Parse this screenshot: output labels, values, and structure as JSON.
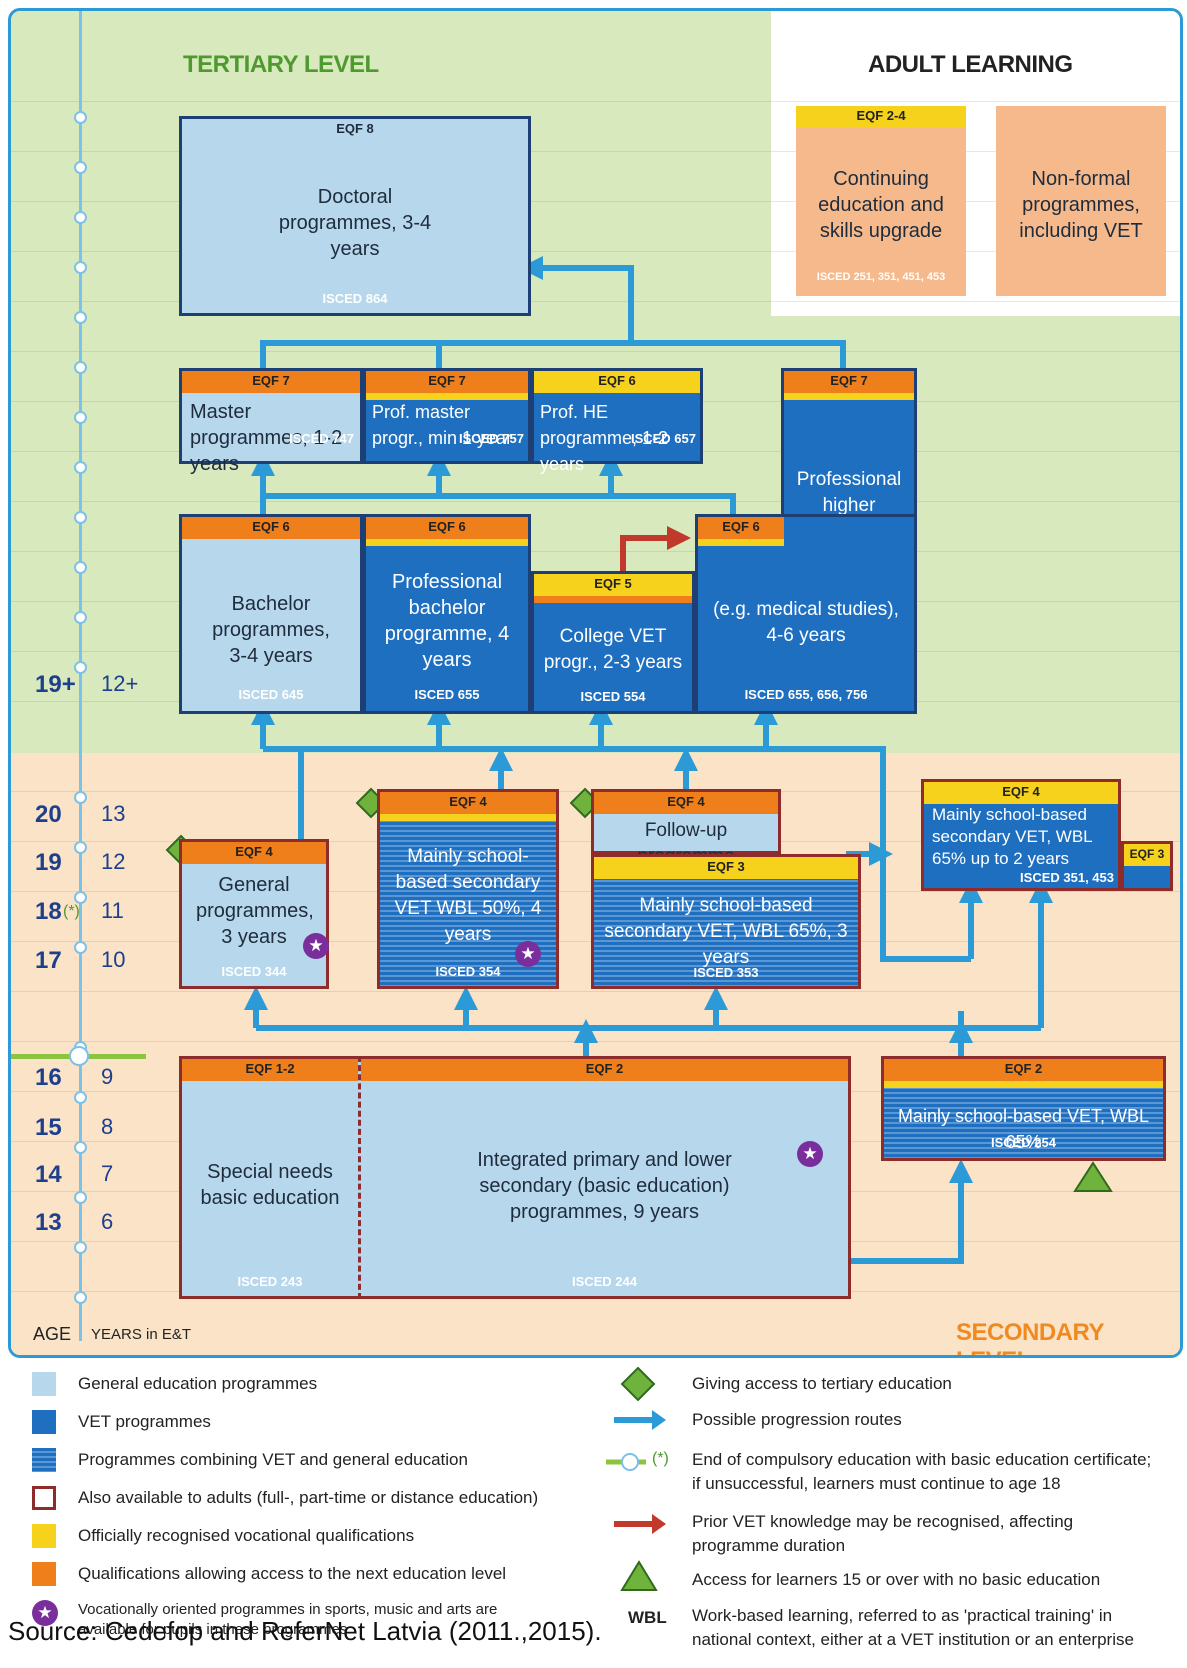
{
  "levels": {
    "tertiary": "TERTIARY LEVEL",
    "adult": "ADULT LEARNING",
    "secondary": "SECONDARY LEVEL"
  },
  "axis": {
    "age_label": "AGE",
    "years_label": "YEARS in E&T",
    "rows": [
      {
        "age": "19+",
        "years": "12+"
      },
      {
        "age": "20",
        "years": "13"
      },
      {
        "age": "19",
        "years": "12"
      },
      {
        "age": "18",
        "age_note": "(*)",
        "years": "11"
      },
      {
        "age": "17",
        "years": "10"
      },
      {
        "age": "16",
        "years": "9"
      },
      {
        "age": "15",
        "years": "8"
      },
      {
        "age": "14",
        "years": "7"
      },
      {
        "age": "13",
        "years": "6"
      }
    ]
  },
  "adult": {
    "continuing": {
      "eqf": "EQF 2-4",
      "text": "Continuing education and skills upgrade",
      "isced": "ISCED 251, 351, 451, 453"
    },
    "nonformal": {
      "text": "Non-formal programmes, including VET"
    }
  },
  "programmes": {
    "doctoral": {
      "eqf": "EQF 8",
      "text": "Doctoral programmes, 3-4 years",
      "isced": "ISCED 864"
    },
    "master": {
      "eqf": "EQF 7",
      "text": "Master programmes, 1-2 years",
      "isced": "ISCED 747"
    },
    "prof_master": {
      "eqf": "EQF 7",
      "text": "Prof. master progr., min 1 year",
      "isced": "ISCED 757"
    },
    "prof_he": {
      "eqf": "EQF 6",
      "text": "Prof. HE programme, 1-2 years",
      "isced": "ISCED 657"
    },
    "prof_higher": {
      "eqf_top": "EQF 7",
      "eqf_mid": "EQF 6",
      "text": "Professional higher education programme",
      "text2": "(e.g. medical studies), 4-6 years",
      "isced": "ISCED 655, 656, 756"
    },
    "bachelor": {
      "eqf": "EQF 6",
      "text": "Bachelor programmes, 3-4 years",
      "isced": "ISCED 645"
    },
    "prof_bachelor": {
      "eqf": "EQF 6",
      "text": "Professional bachelor programme, 4 years",
      "isced": "ISCED 655"
    },
    "college_vet": {
      "eqf": "EQF 5",
      "text": "College VET progr., 2-3 years",
      "isced": "ISCED 554"
    },
    "general_sec": {
      "eqf": "EQF 4",
      "text": "General programmes, 3 years",
      "isced": "ISCED 344"
    },
    "school_vet_50": {
      "eqf": "EQF 4",
      "text": "Mainly school-based secondary VET WBL 50%, 4 years",
      "isced": "ISCED 354"
    },
    "followup": {
      "eqf": "EQF 4",
      "text": "Follow-up programme"
    },
    "school_vet_65": {
      "eqf": "EQF 3",
      "text": "Mainly school-based secondary VET, WBL 65%, 3 years",
      "isced": "ISCED 353"
    },
    "post_sec_vet": {
      "eqf": "EQF 4",
      "eqf2": "EQF 3",
      "text": "Mainly school-based secondary VET, WBL 65% up to 2 years",
      "isced": "ISCED 351, 453"
    },
    "special_needs": {
      "eqf": "EQF 1-2",
      "text": "Special needs basic education",
      "isced": "ISCED 243"
    },
    "integrated": {
      "eqf": "EQF 2",
      "text": "Integrated primary and lower secondary (basic education) programmes, 9 years",
      "isced": "ISCED 244"
    },
    "lower_vet": {
      "eqf": "EQF 2",
      "text": "Mainly school-based VET, WBL 65%",
      "isced": "ISCED 254"
    }
  },
  "legend": {
    "left": [
      {
        "icon": "light-blue-square",
        "text": "General education programmes"
      },
      {
        "icon": "blue-square",
        "text": "VET programmes"
      },
      {
        "icon": "striped-square",
        "text": "Programmes combining VET and general education"
      },
      {
        "icon": "outlined-square",
        "text": "Also available to adults (full-, part-time or distance education)"
      },
      {
        "icon": "yellow-square",
        "text": "Officially recognised vocational qualifications"
      },
      {
        "icon": "orange-square",
        "text": "Qualifications allowing access to the next education level"
      },
      {
        "icon": "star-icon",
        "text": "Vocationally oriented programmes in sports, music and arts are available for pupils in these programmes"
      }
    ],
    "right": [
      {
        "icon": "diamond-icon",
        "text": "Giving access to tertiary education"
      },
      {
        "icon": "blue-arrow-icon",
        "text": "Possible progression routes"
      },
      {
        "icon": "green-line-icon",
        "marker": "(*)",
        "text": "End of compulsory education with basic education certificate; if unsuccessful, learners must continue to age 18"
      },
      {
        "icon": "red-arrow-icon",
        "text": "Prior VET knowledge may be recognised, affecting programme duration"
      },
      {
        "icon": "triangle-icon",
        "text": "Access for learners 15 or over with no basic education"
      },
      {
        "icon": "wbl-text",
        "marker": "WBL",
        "text": "Work-based learning, referred to as 'practical training' in national context, either at a VET institution or an enterprise"
      }
    ]
  },
  "source": "Source: Cedefop and ReferNet Latvia (2011.,2015).",
  "colors": {
    "vet": "#1f6fc0",
    "general": "#b6d7ec",
    "eqf_orange": "#ef7f1a",
    "eqf_yellow": "#f6d21c",
    "arrow": "#2b9ad6",
    "adult_border": "#8e2b2b"
  }
}
